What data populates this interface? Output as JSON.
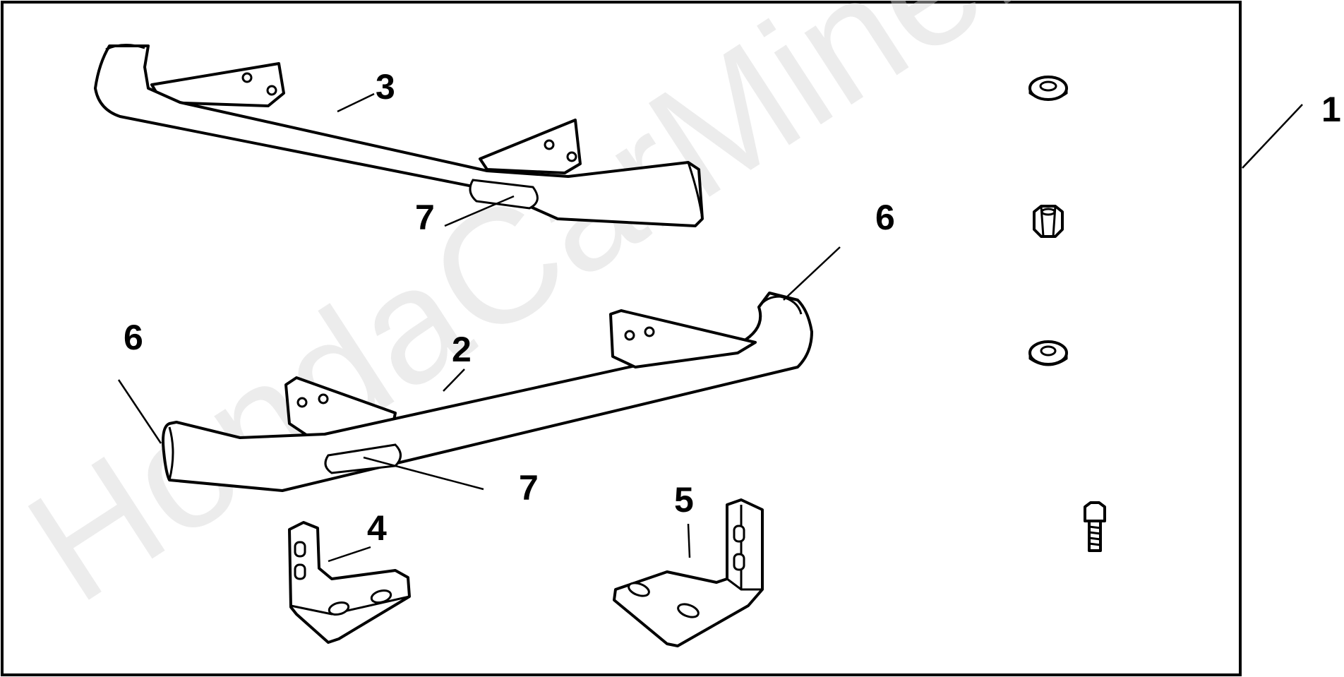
{
  "watermark": "HondaCarMine.ru",
  "callouts": {
    "c1": "1",
    "c2": "2",
    "c3": "3",
    "c4": "4",
    "c5": "5",
    "c6a": "6",
    "c6b": "6",
    "c7a": "7",
    "c7b": "7"
  },
  "colors": {
    "ink": "#000000",
    "background": "#ffffff",
    "watermark": "#d6d6d6"
  }
}
